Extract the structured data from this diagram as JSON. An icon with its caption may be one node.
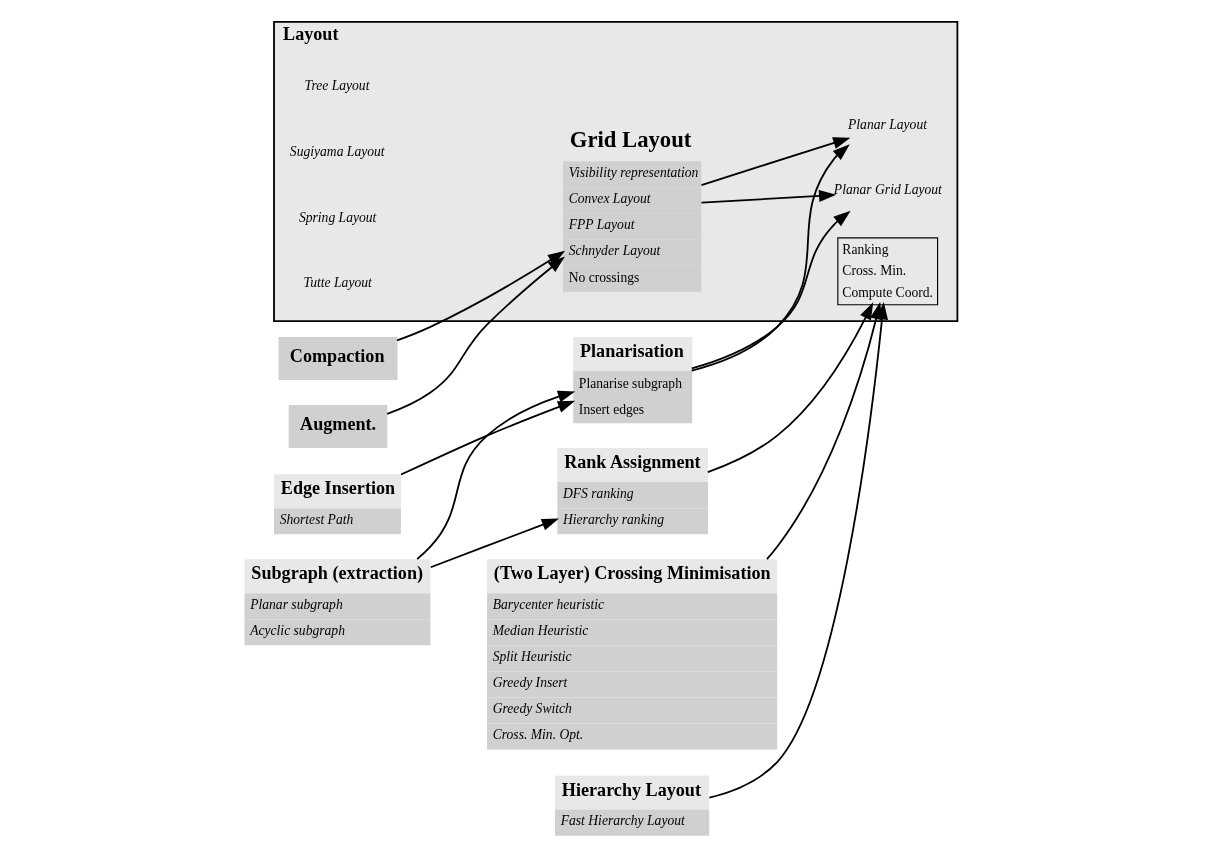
{
  "diagram": {
    "nodes": [
      {
        "text": [
          "Rank Assignment",
          "DFS ranking",
          "Hierarchy ranking"
        ]
      },
      {
        "text": [
          "(Two Layer) Crossing Minimisation",
          "Barycenter heuristic",
          "Median Heuristic",
          "Split Heuristic",
          "Greedy Insert",
          "Greedy Switch",
          "Cross. Min. Opt."
        ]
      },
      {
        "text": [
          "Hierarchy Layout",
          "Fast Hierarchy Layout"
        ]
      },
      {
        "text": [
          "Subgraph (extraction)",
          "Planar subgraph",
          "Acyclic subgraph"
        ]
      },
      {
        "text": [
          "Layout"
        ]
      },
      {
        "text": [
          "Tree Layout"
        ],
        "in": 4
      },
      {
        "text": [
          "Sugiyama Layout"
        ],
        "in": 4
      },
      {
        "text": [
          "Ranking",
          "Cross. Min.",
          "Compute Coord."
        ],
        "in": 4
      },
      {
        "text": [
          "Spring Layout"
        ],
        "in": 4
      },
      {
        "text": [
          "Tutte Layout"
        ],
        "in": 4
      },
      {
        "text": [
          "Planar Layout"
        ],
        "in": 4
      },
      {
        "text": [
          "Grid Layout",
          "Visibility representation",
          "Convex Layout",
          "FPP Layout",
          "Schnyder Layout",
          "No crossings"
        ],
        "in": 4
      },
      {
        "text": [
          "Planar Grid Layout"
        ],
        "in": 4
      },
      {
        "text": [
          "Compaction"
        ]
      },
      {
        "text": [
          "Augment."
        ]
      },
      {
        "text": [
          "Planarisation",
          "Planarise subgraph",
          "Insert edges"
        ]
      },
      {
        "text": [
          "Edge Insertion",
          "Shortest Path"
        ]
      }
    ],
    "edges": [
      {
        "from": 0,
        "to": 7,
        "arrow": "to"
      },
      {
        "from": 1,
        "to": 7,
        "arrow": "to"
      },
      {
        "from": 2,
        "to": 7,
        "arrow": "to"
      },
      {
        "from": 3,
        "to": 0,
        "arrow": "to"
      },
      {
        "from": 3,
        "to": 15,
        "arrow": "to"
      },
      {
        "from": 15,
        "to": 10,
        "arrow": "to"
      },
      {
        "from": 15,
        "to": 12,
        "arrow": "to"
      },
      {
        "from": 11,
        "to": 10,
        "arrow": "to"
      },
      {
        "from": 11,
        "to": 12,
        "arrow": "to"
      },
      {
        "from": 13,
        "to": 11,
        "arrow": "to"
      },
      {
        "from": 14,
        "to": 11,
        "arrow": "to"
      },
      {
        "from": 16,
        "to": 15,
        "arrow": "to"
      }
    ]
  }
}
